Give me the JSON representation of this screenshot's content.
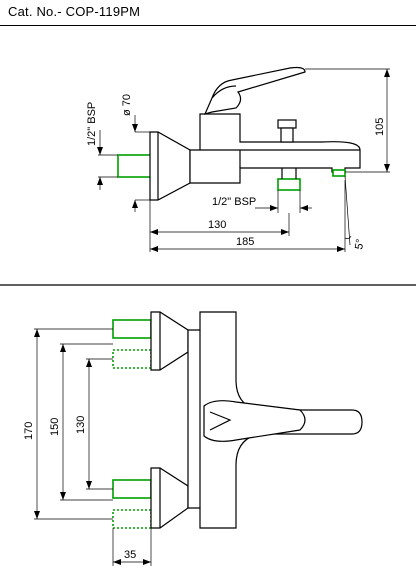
{
  "title": "Cat. No.- COP-119PM",
  "top_view": {
    "dim_phi": "ø 70",
    "dim_bsp_vertical": "1/2\" BSP",
    "dim_height": "105",
    "dim_bsp_horizontal": "1/2\" BSP",
    "dim_130": "130",
    "dim_185": "185",
    "dim_angle": "5°"
  },
  "bottom_view": {
    "dim_170": "170",
    "dim_150": "150",
    "dim_130": "130",
    "dim_35": "35"
  },
  "colors": {
    "line": "#000000",
    "inlet": "#00a000"
  }
}
